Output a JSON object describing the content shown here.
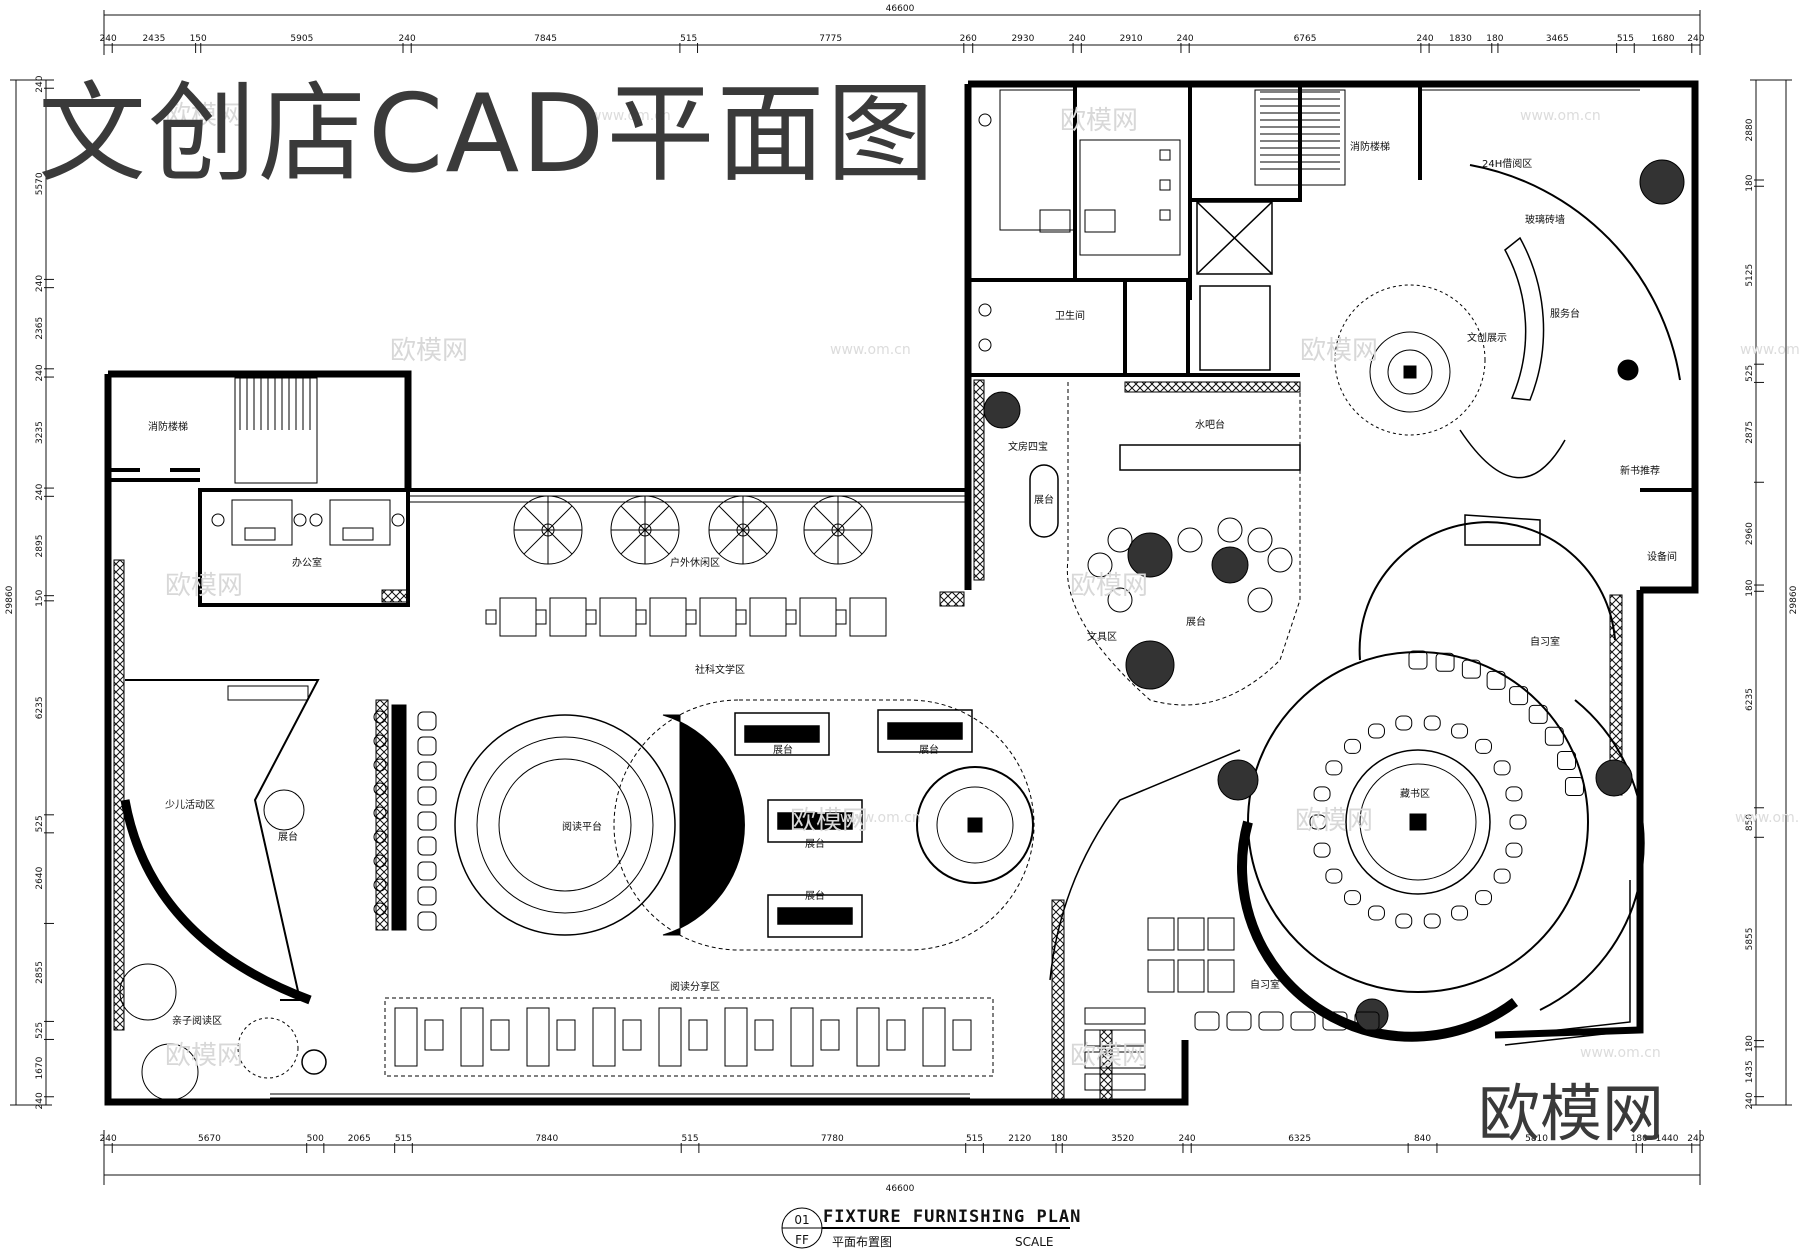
{
  "title": "文创店CAD平面图",
  "brand": "欧模网",
  "watermark": {
    "text": "欧模网",
    "url": "www.om.cn"
  },
  "dimensions": {
    "top_total": "46600",
    "bottom_total": "46600",
    "left_total": "29860",
    "right_total": "29860",
    "top": [
      "240",
      "2435",
      "150",
      "5905",
      "240",
      "7845",
      "515",
      "7775",
      "260",
      "2930",
      "240",
      "2910",
      "240",
      "6765",
      "240",
      "1830",
      "180",
      "3465",
      "515",
      "1680",
      "240"
    ],
    "bottom": [
      "240",
      "5670",
      "500",
      "2065",
      "515",
      "7840",
      "515",
      "7780",
      "515",
      "2120",
      "180",
      "3520",
      "240",
      "6325",
      "840",
      "5810",
      "180",
      "1440",
      "240"
    ],
    "left": [
      "240",
      "5570",
      "240",
      "2365",
      "240",
      "3235",
      "240",
      "2895",
      "150",
      "6235",
      "525",
      "2640",
      "2855",
      "525",
      "1670",
      "240"
    ],
    "right": [
      "2880",
      "180",
      "5125",
      "525",
      "2875",
      "2960",
      "180",
      "6235",
      "850",
      "5855",
      "180",
      "1435",
      "240"
    ]
  },
  "rooms": {
    "fire_stair_left": "消防楼梯",
    "office": "办公室",
    "outdoor_leisure": "户外休闲区",
    "social_literature": "社科文学区",
    "kids_activity": "少儿活动区",
    "kids_display": "展台",
    "parent_child_reading": "亲子阅读区",
    "reading_platform": "阅读平台",
    "display_1": "展台",
    "display_2": "展台",
    "display_3": "展台",
    "display_4": "展台",
    "reading_share": "阅读分享区",
    "restroom": "卫生间",
    "stationery_four": "文房四宝",
    "stationery_display": "展台",
    "water_bar": "水吧台",
    "stationery_area": "文具区",
    "stationery_display_2": "展台",
    "fire_stair_right": "消防楼梯",
    "borrow_24h": "24H借阅区",
    "glass_brick": "玻璃砖墙",
    "service_desk": "服务台",
    "creative_display": "文创展示",
    "new_books": "新书推荐",
    "equipment": "设备间",
    "study_room_1": "自习室",
    "collection": "藏书区",
    "study_room_2": "自习室"
  },
  "drawing_title": {
    "number": "01",
    "code": "FF",
    "en": "FIXTURE FURNISHING PLAN",
    "cn": "平面布置图",
    "scale": "SCALE"
  }
}
